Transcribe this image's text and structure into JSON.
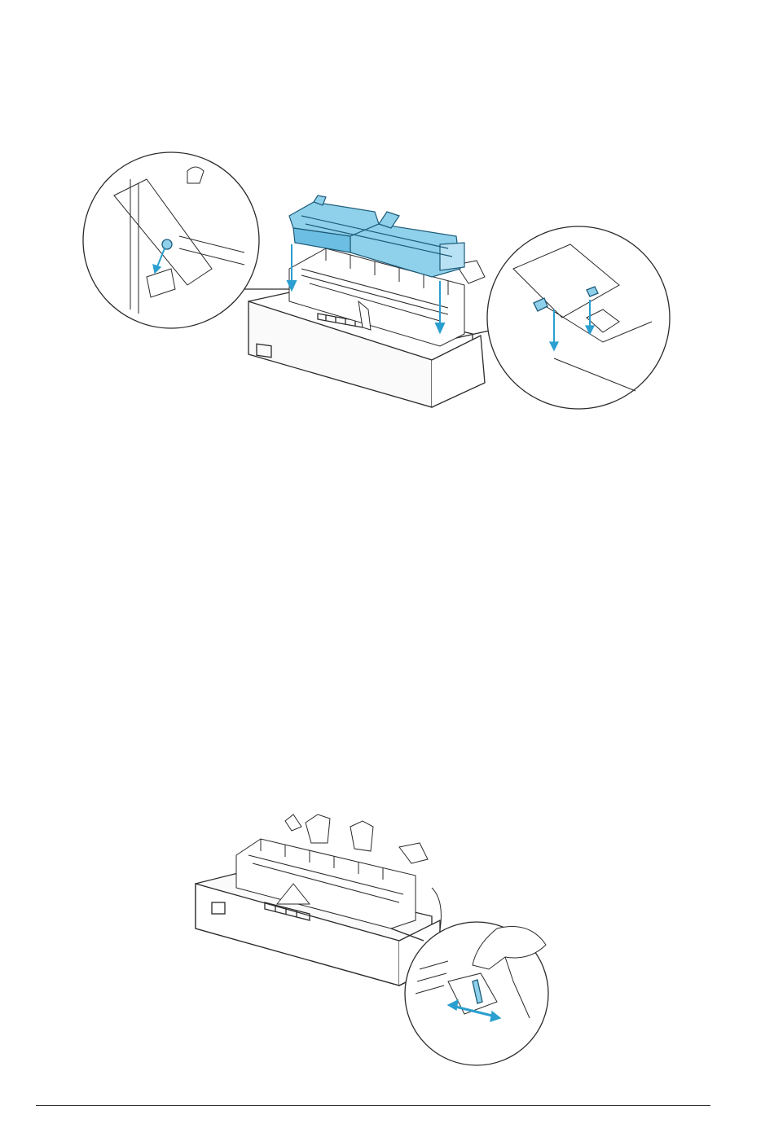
{
  "page": {
    "background": "#ffffff",
    "accent_color": "#5bb8dc",
    "line_color": "#2a2a2a"
  },
  "figures": [
    {
      "icon": "ribbon-cartridge-installation-illustration",
      "text": ""
    },
    {
      "icon": "print-head-adjust-illustration",
      "text": ""
    }
  ],
  "footer": {
    "rule": "horizontal-line"
  }
}
